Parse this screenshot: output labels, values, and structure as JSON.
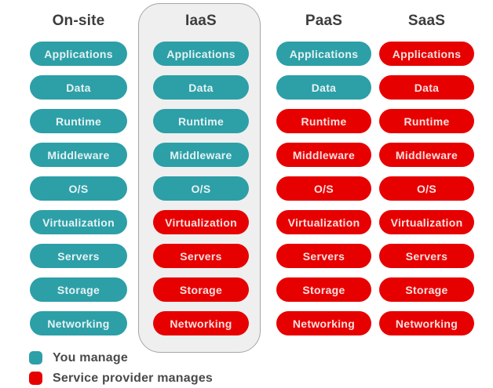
{
  "colors": {
    "you_manage": "#2d9fa7",
    "provider_manages": "#e60000",
    "container_bg": "#efefef",
    "container_border": "#a6a6a6",
    "header_text": "#3d3d3d",
    "legend_text": "#4a4a4a"
  },
  "columns": [
    {
      "id": "on-site",
      "label": "On-site",
      "highlighted": false,
      "items": [
        {
          "label": "Applications",
          "managed_by": "you"
        },
        {
          "label": "Data",
          "managed_by": "you"
        },
        {
          "label": "Runtime",
          "managed_by": "you"
        },
        {
          "label": "Middleware",
          "managed_by": "you"
        },
        {
          "label": "O/S",
          "managed_by": "you"
        },
        {
          "label": "Virtualization",
          "managed_by": "you"
        },
        {
          "label": "Servers",
          "managed_by": "you"
        },
        {
          "label": "Storage",
          "managed_by": "you"
        },
        {
          "label": "Networking",
          "managed_by": "you"
        }
      ]
    },
    {
      "id": "iaas",
      "label": "IaaS",
      "highlighted": true,
      "items": [
        {
          "label": "Applications",
          "managed_by": "you"
        },
        {
          "label": "Data",
          "managed_by": "you"
        },
        {
          "label": "Runtime",
          "managed_by": "you"
        },
        {
          "label": "Middleware",
          "managed_by": "you"
        },
        {
          "label": "O/S",
          "managed_by": "you"
        },
        {
          "label": "Virtualization",
          "managed_by": "provider"
        },
        {
          "label": "Servers",
          "managed_by": "provider"
        },
        {
          "label": "Storage",
          "managed_by": "provider"
        },
        {
          "label": "Networking",
          "managed_by": "provider"
        }
      ]
    },
    {
      "id": "paas",
      "label": "PaaS",
      "highlighted": false,
      "items": [
        {
          "label": "Applications",
          "managed_by": "you"
        },
        {
          "label": "Data",
          "managed_by": "you"
        },
        {
          "label": "Runtime",
          "managed_by": "provider"
        },
        {
          "label": "Middleware",
          "managed_by": "provider"
        },
        {
          "label": "O/S",
          "managed_by": "provider"
        },
        {
          "label": "Virtualization",
          "managed_by": "provider"
        },
        {
          "label": "Servers",
          "managed_by": "provider"
        },
        {
          "label": "Storage",
          "managed_by": "provider"
        },
        {
          "label": "Networking",
          "managed_by": "provider"
        }
      ]
    },
    {
      "id": "saas",
      "label": "SaaS",
      "highlighted": false,
      "items": [
        {
          "label": "Applications",
          "managed_by": "provider"
        },
        {
          "label": "Data",
          "managed_by": "provider"
        },
        {
          "label": "Runtime",
          "managed_by": "provider"
        },
        {
          "label": "Middleware",
          "managed_by": "provider"
        },
        {
          "label": "O/S",
          "managed_by": "provider"
        },
        {
          "label": "Virtualization",
          "managed_by": "provider"
        },
        {
          "label": "Servers",
          "managed_by": "provider"
        },
        {
          "label": "Storage",
          "managed_by": "provider"
        },
        {
          "label": "Networking",
          "managed_by": "provider"
        }
      ]
    }
  ],
  "legend": [
    {
      "label": "You manage",
      "managed_by": "you"
    },
    {
      "label": "Service provider manages",
      "managed_by": "provider"
    }
  ]
}
